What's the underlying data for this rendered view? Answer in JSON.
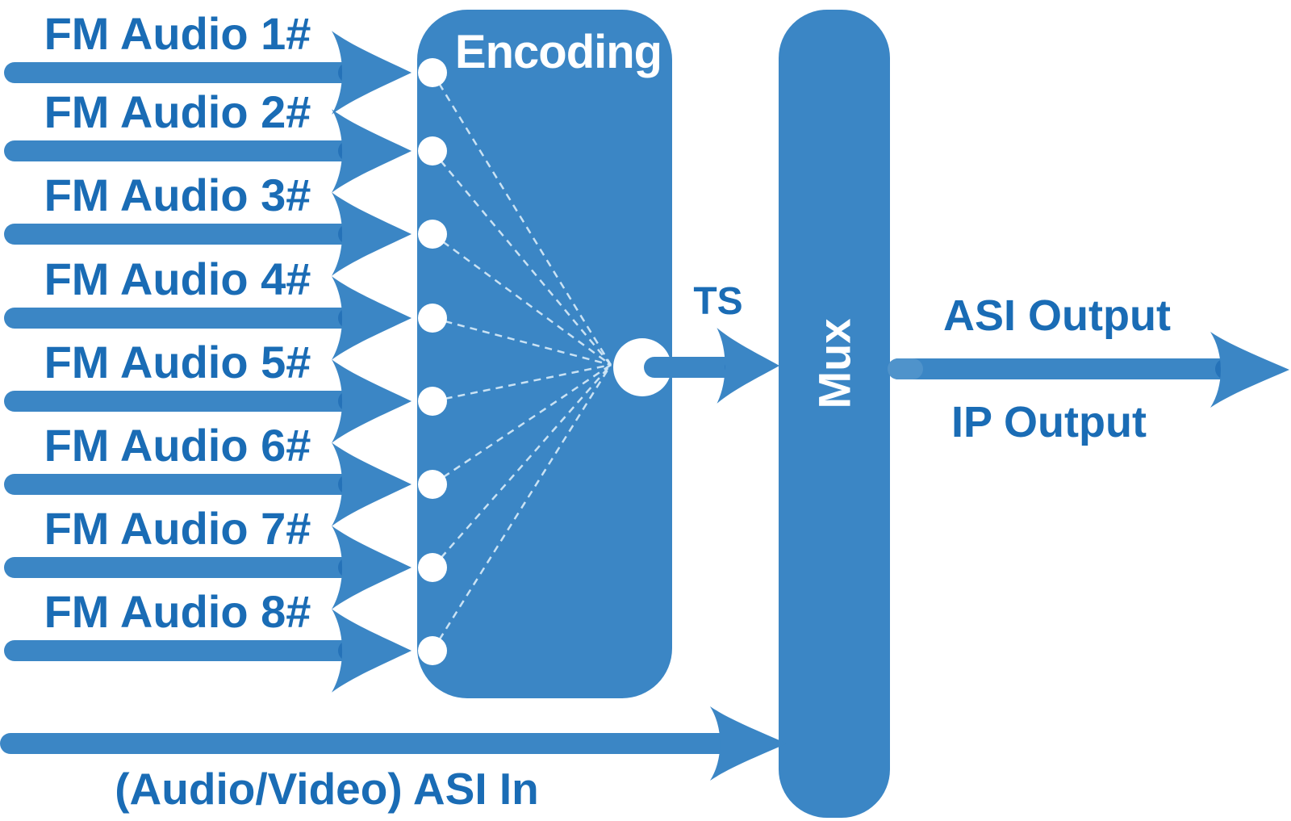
{
  "diagram": {
    "fm_inputs": [
      {
        "label": "FM Audio 1#"
      },
      {
        "label": "FM Audio 2#"
      },
      {
        "label": "FM Audio 3#"
      },
      {
        "label": "FM Audio 4#"
      },
      {
        "label": "FM Audio 5#"
      },
      {
        "label": "FM Audio 6#"
      },
      {
        "label": "FM Audio 7#"
      },
      {
        "label": "FM Audio 8#"
      }
    ],
    "encoder": {
      "title": "Encoding"
    },
    "ts_label": "TS",
    "mux_label": "Mux",
    "asi_output_label": "ASI Output",
    "ip_output_label": "IP Output",
    "asi_in_label": "(Audio/Video) ASI In",
    "colors": {
      "primary": "#3b86c5",
      "primary_dark": "#2572b8",
      "primary_light": "#4f93cb",
      "label_text": "#1a6cb5",
      "block_text": "#ffffff",
      "dash_line": "#d6eaf8"
    }
  }
}
